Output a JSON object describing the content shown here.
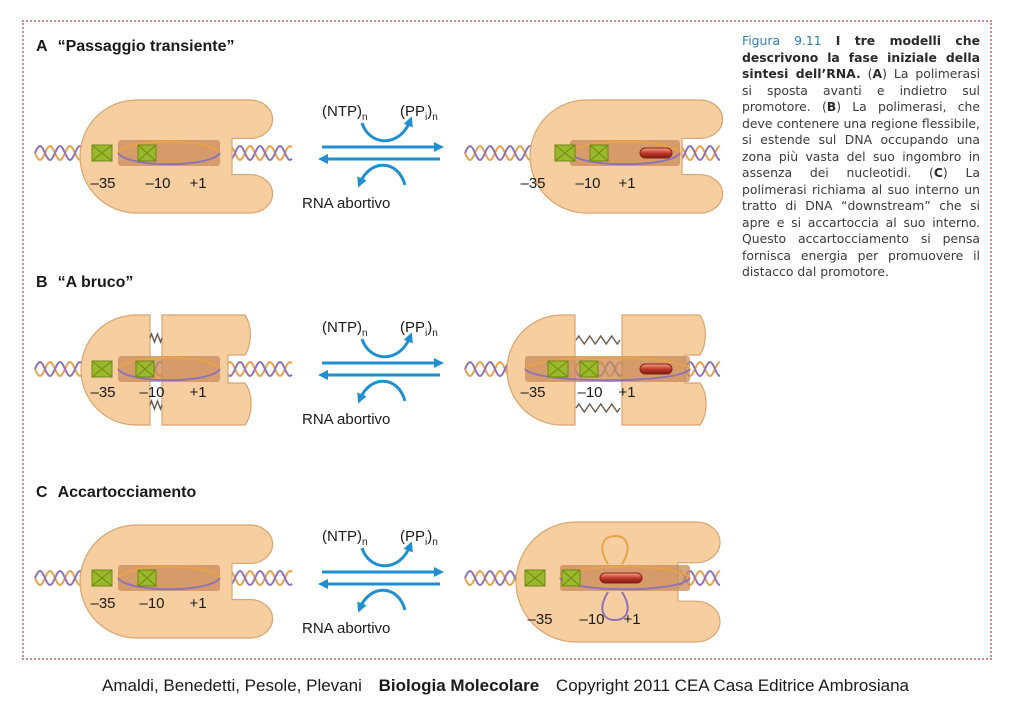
{
  "sections": [
    {
      "letter": "A",
      "title": "“Passaggio transiente”"
    },
    {
      "letter": "B",
      "title": "“A bruco”"
    },
    {
      "letter": "C",
      "title": "Accartocciamento"
    }
  ],
  "labels": {
    "ntp": "(NTP)",
    "ppi": "(PP",
    "sub_n": "n",
    "sub_i": "i",
    "close_paren": ")",
    "rna": "RNA abortivo",
    "m35": "–35",
    "m10": "–10",
    "p1": "+1"
  },
  "caption": {
    "fig_num": "Figura 9.11",
    "title": "I tre modelli che descrivono la fase iniziale della sintesi dell’RNA.",
    "a_letter": "A",
    "a_text": "La polimerasi si sposta avanti e indietro sul promotore.",
    "b_letter": "B",
    "b_text": "La polimerasi, che deve contenere una regione flessibile, si estende sul DNA occupando una zona più vasta del suo ingombro in assenza dei nucleotidi.",
    "c_letter": "C",
    "c_text": "La polimerasi richiama al suo interno un tratto di DNA “downstream” che si apre e si accartoccia al suo interno. Questo accartocciamento si pensa fornisca energia per promuovere il distacco dal promotore."
  },
  "footer": {
    "authors": "Amaldi, Benedetti, Pesole, Plevani",
    "book": "Biologia Molecolare",
    "copyright": "Copyright 2011 CEA Casa Editrice Ambrosiana"
  },
  "colors": {
    "polymerase_fill": "#f6ce9f",
    "polymerase_stroke": "#d9a56f",
    "bubble_fill": "#c98a58",
    "promoter_green": "#9bb82c",
    "dna_purple": "#8e72b8",
    "dna_orange": "#e8a24a",
    "arrow_blue": "#1f8fd1",
    "rna_red": "#c0392b"
  }
}
